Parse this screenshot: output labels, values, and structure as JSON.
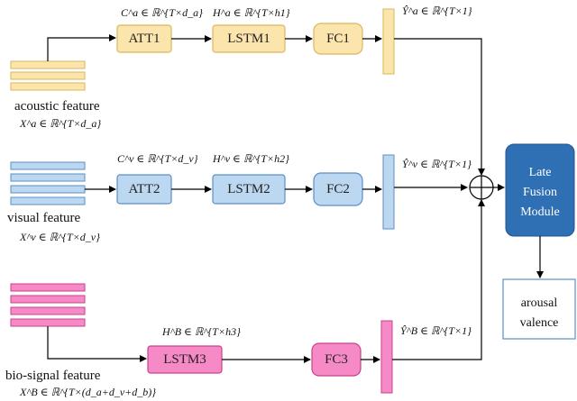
{
  "acoustic": {
    "feature_label": "acoustic feature",
    "input_math": "X^a ∈ ℝ^{T×d_a}",
    "att_label": "ATT1",
    "att_math": "C^a ∈ ℝ^{T×d_a}",
    "lstm_label": "LSTM1",
    "lstm_math": "H^a ∈ ℝ^{T×h1}",
    "fc_label": "FC1",
    "out_math": "Ŷ^a ∈ ℝ^{T×1}"
  },
  "visual": {
    "feature_label": "visual feature",
    "input_math": "X^v ∈ ℝ^{T×d_v}",
    "att_label": "ATT2",
    "att_math": "C^v ∈ ℝ^{T×d_v}",
    "lstm_label": "LSTM2",
    "lstm_math": "H^v ∈ ℝ^{T×h2}",
    "fc_label": "FC2",
    "out_math": "Ŷ^v ∈ ℝ^{T×1}"
  },
  "bio": {
    "feature_label": "bio-signal feature",
    "input_math": "X^B ∈ ℝ^{T×(d_a+d_v+d_b)}",
    "lstm_label": "LSTM3",
    "lstm_math": "H^B ∈ ℝ^{T×h3}",
    "fc_label": "FC3",
    "out_math": "Ŷ^B ∈ ℝ^{T×1}"
  },
  "fusion": {
    "line1": "Late",
    "line2": "Fusion",
    "line3": "Module"
  },
  "output": {
    "line1": "arousal",
    "line2": "valence"
  },
  "colors": {
    "acoustic_fill": "#fbe5ad",
    "acoustic_stroke": "#d9b85a",
    "visual_fill": "#bcd7f0",
    "visual_stroke": "#5b8fc7",
    "bio_fill": "#f68ac6",
    "bio_stroke": "#c9408c",
    "fusion_fill": "#2f6fb4",
    "arrow": "#000000"
  }
}
